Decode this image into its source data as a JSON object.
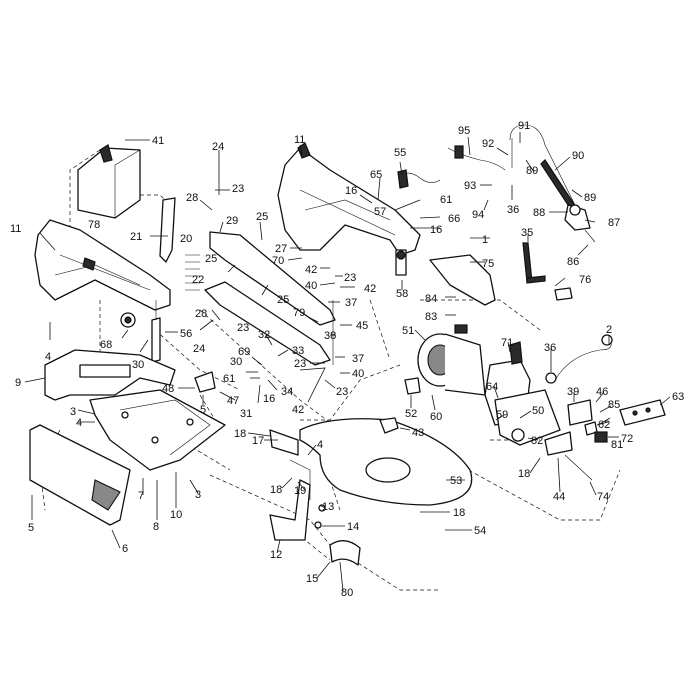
{
  "callouts": [
    {
      "id": "c41",
      "text": "41"
    },
    {
      "id": "c24a",
      "text": "24"
    },
    {
      "id": "c23a",
      "text": "23"
    },
    {
      "id": "c28a",
      "text": "28"
    },
    {
      "id": "c78",
      "text": "78"
    },
    {
      "id": "c11a",
      "text": "11"
    },
    {
      "id": "c21",
      "text": "21"
    },
    {
      "id": "c20",
      "text": "20"
    },
    {
      "id": "c29",
      "text": "29"
    },
    {
      "id": "c25a",
      "text": "25"
    },
    {
      "id": "c25b",
      "text": "25"
    },
    {
      "id": "c22",
      "text": "22"
    },
    {
      "id": "c25c",
      "text": "25"
    },
    {
      "id": "c28b",
      "text": "28"
    },
    {
      "id": "c23b",
      "text": "23"
    },
    {
      "id": "c24b",
      "text": "24"
    },
    {
      "id": "c68",
      "text": "68"
    },
    {
      "id": "c30a",
      "text": "30"
    },
    {
      "id": "c56",
      "text": "56"
    },
    {
      "id": "c4a",
      "text": "4"
    },
    {
      "id": "c9",
      "text": "9"
    },
    {
      "id": "c3a",
      "text": "3"
    },
    {
      "id": "c4b",
      "text": "4"
    },
    {
      "id": "c48",
      "text": "48"
    },
    {
      "id": "c5a",
      "text": "5"
    },
    {
      "id": "c47",
      "text": "47"
    },
    {
      "id": "c5b",
      "text": "5"
    },
    {
      "id": "c6",
      "text": "6"
    },
    {
      "id": "c7",
      "text": "7"
    },
    {
      "id": "c8",
      "text": "8"
    },
    {
      "id": "c10",
      "text": "10"
    },
    {
      "id": "c3b",
      "text": "3"
    },
    {
      "id": "c11b",
      "text": "11"
    },
    {
      "id": "c65",
      "text": "65"
    },
    {
      "id": "c55",
      "text": "55"
    },
    {
      "id": "c16a",
      "text": "16"
    },
    {
      "id": "c57",
      "text": "57"
    },
    {
      "id": "c61a",
      "text": "61"
    },
    {
      "id": "c66",
      "text": "66"
    },
    {
      "id": "c16b",
      "text": "16"
    },
    {
      "id": "c27",
      "text": "27"
    },
    {
      "id": "c70",
      "text": "70"
    },
    {
      "id": "c1",
      "text": "1"
    },
    {
      "id": "c42a",
      "text": "42"
    },
    {
      "id": "c23c",
      "text": "23"
    },
    {
      "id": "c40a",
      "text": "40"
    },
    {
      "id": "c42b",
      "text": "42"
    },
    {
      "id": "c75",
      "text": "75"
    },
    {
      "id": "c58",
      "text": "58"
    },
    {
      "id": "c37a",
      "text": "37"
    },
    {
      "id": "c79",
      "text": "79"
    },
    {
      "id": "c45",
      "text": "45"
    },
    {
      "id": "c38",
      "text": "38"
    },
    {
      "id": "c32",
      "text": "32"
    },
    {
      "id": "c33",
      "text": "33"
    },
    {
      "id": "c69",
      "text": "69"
    },
    {
      "id": "c30b",
      "text": "30"
    },
    {
      "id": "c23d",
      "text": "23"
    },
    {
      "id": "c37b",
      "text": "37"
    },
    {
      "id": "c40b",
      "text": "40"
    },
    {
      "id": "c61b",
      "text": "61"
    },
    {
      "id": "c34",
      "text": "34"
    },
    {
      "id": "c16c",
      "text": "16"
    },
    {
      "id": "c31",
      "text": "31"
    },
    {
      "id": "c42c",
      "text": "42"
    },
    {
      "id": "c23e",
      "text": "23"
    },
    {
      "id": "c95",
      "text": "95"
    },
    {
      "id": "c91",
      "text": "91"
    },
    {
      "id": "c92",
      "text": "92"
    },
    {
      "id": "c90",
      "text": "90"
    },
    {
      "id": "c89a",
      "text": "89"
    },
    {
      "id": "c93",
      "text": "93"
    },
    {
      "id": "c89b",
      "text": "89"
    },
    {
      "id": "c94",
      "text": "94"
    },
    {
      "id": "c36a",
      "text": "36"
    },
    {
      "id": "c88",
      "text": "88"
    },
    {
      "id": "c87",
      "text": "87"
    },
    {
      "id": "c35",
      "text": "35"
    },
    {
      "id": "c86",
      "text": "86"
    },
    {
      "id": "c76",
      "text": "76"
    },
    {
      "id": "c84",
      "text": "84"
    },
    {
      "id": "c83",
      "text": "83"
    },
    {
      "id": "c51",
      "text": "51"
    },
    {
      "id": "c71",
      "text": "71"
    },
    {
      "id": "c2",
      "text": "2"
    },
    {
      "id": "c36b",
      "text": "36"
    },
    {
      "id": "c39",
      "text": "39"
    },
    {
      "id": "c46",
      "text": "46"
    },
    {
      "id": "c85",
      "text": "85"
    },
    {
      "id": "c63",
      "text": "63"
    },
    {
      "id": "c64",
      "text": "64"
    },
    {
      "id": "c50",
      "text": "50"
    },
    {
      "id": "c62",
      "text": "62"
    },
    {
      "id": "c59",
      "text": "59"
    },
    {
      "id": "c82",
      "text": "82"
    },
    {
      "id": "c81",
      "text": "81"
    },
    {
      "id": "c52",
      "text": "52"
    },
    {
      "id": "c60",
      "text": "60"
    },
    {
      "id": "c43",
      "text": "43"
    },
    {
      "id": "c72",
      "text": "72"
    },
    {
      "id": "c18a",
      "text": "18"
    },
    {
      "id": "c44",
      "text": "44"
    },
    {
      "id": "c74",
      "text": "74"
    },
    {
      "id": "c18b",
      "text": "18"
    },
    {
      "id": "c17",
      "text": "17"
    },
    {
      "id": "c4c",
      "text": "4"
    },
    {
      "id": "c18c",
      "text": "18"
    },
    {
      "id": "c19",
      "text": "19"
    },
    {
      "id": "c53",
      "text": "53"
    },
    {
      "id": "c13",
      "text": "13"
    },
    {
      "id": "c14",
      "text": "14"
    },
    {
      "id": "c18d",
      "text": "18"
    },
    {
      "id": "c54",
      "text": "54"
    },
    {
      "id": "c12",
      "text": "12"
    },
    {
      "id": "c15",
      "text": "15"
    },
    {
      "id": "c80",
      "text": "80"
    }
  ]
}
